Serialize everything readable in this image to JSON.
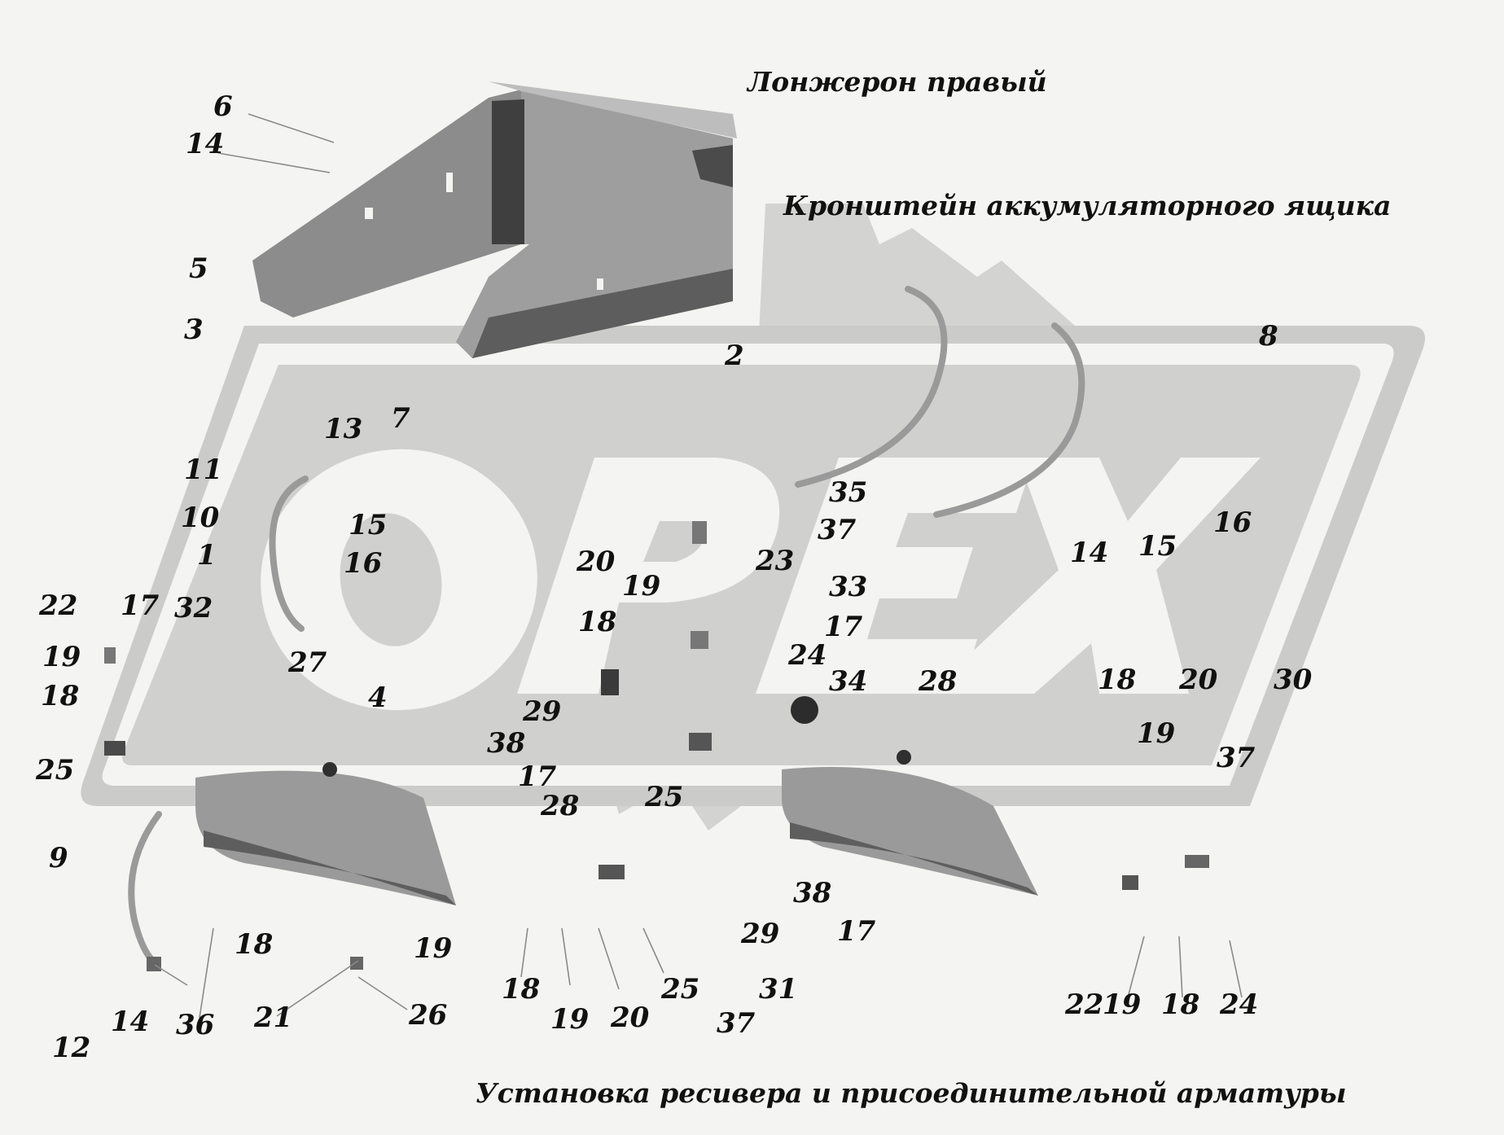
{
  "captions": {
    "spar": "Лонжерон правый",
    "bracket": "Кронштейн аккумуляторного ящика",
    "title": "Установка ресивера и присоединительной арматуры"
  },
  "watermark": {
    "text": "OPEX",
    "color": "#c9c9c7"
  },
  "colors": {
    "background": "#f4f4f2",
    "parts_dark": "#6f6f6f",
    "parts_mid": "#9a9a9a",
    "parts_light": "#bdbdbd",
    "label_text": "#111111"
  },
  "labels": [
    "6",
    "14",
    "5",
    "3",
    "2",
    "8",
    "13",
    "7",
    "11",
    "10",
    "1",
    "15",
    "16",
    "35",
    "37",
    "23",
    "20",
    "19",
    "18",
    "33",
    "17",
    "24",
    "34",
    "28",
    "14",
    "15",
    "16",
    "22",
    "17",
    "32",
    "19",
    "18",
    "27",
    "4",
    "29",
    "38",
    "17",
    "28",
    "25",
    "25",
    "9",
    "18",
    "20",
    "30",
    "19",
    "37",
    "38",
    "29",
    "17",
    "18",
    "19",
    "12",
    "14",
    "36",
    "21",
    "26",
    "18",
    "19",
    "20",
    "25",
    "31",
    "37",
    "22",
    "19",
    "18",
    "24"
  ]
}
